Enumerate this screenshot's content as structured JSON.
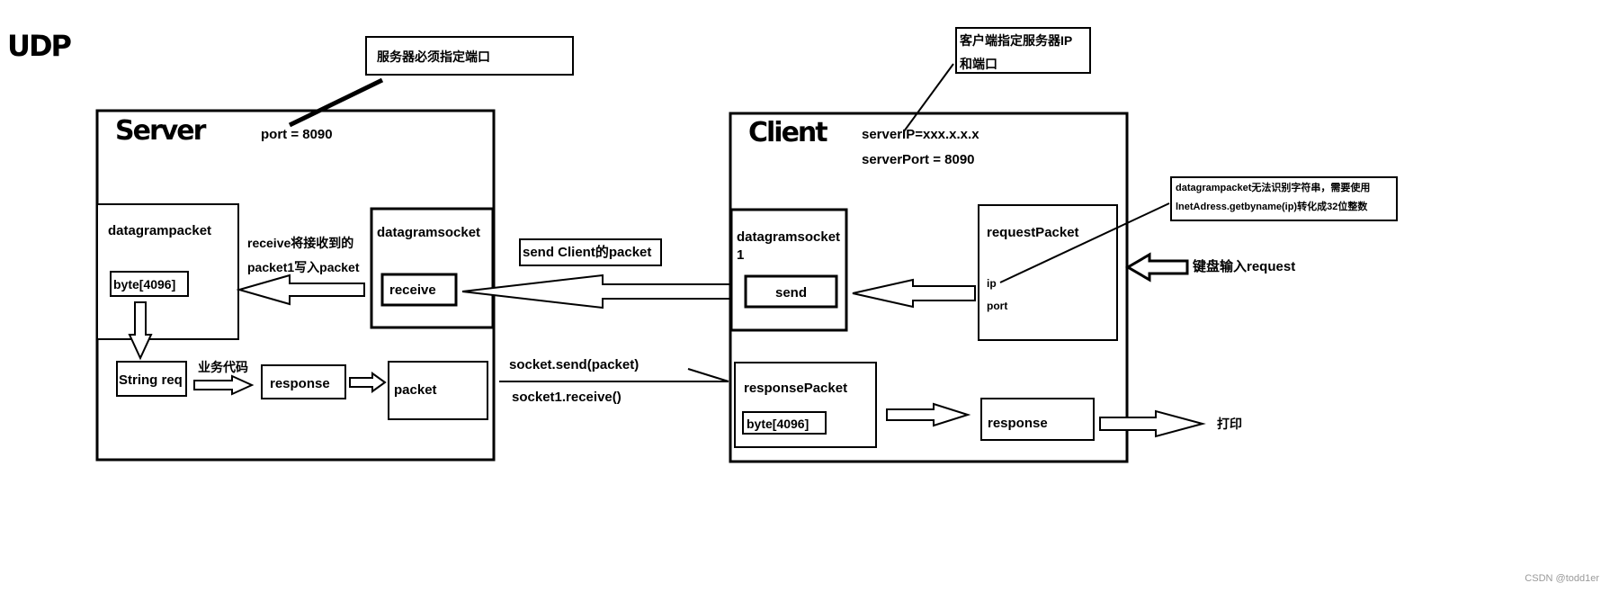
{
  "title": "UDP",
  "server": {
    "heading": "Server",
    "port": "port = 8090",
    "note": "服务器必须指定端口",
    "datagrampacket": "datagrampacket",
    "byte_buffer": "byte[4096]",
    "datagramsocket": "datagramsocket",
    "receive": "receive",
    "receive_note_line1": "receive将接收到的",
    "receive_note_line2": "packet1写入packet",
    "string_req": "String req",
    "business_code": "业务代码",
    "response": "response",
    "packet": "packet"
  },
  "client": {
    "heading": "Client",
    "server_ip": "serverIP=xxx.x.x.x",
    "server_port": "serverPort = 8090",
    "note_line1": "客户端指定服务器IP",
    "note_line2": "和端口",
    "datagramsocket_line1": "datagramsocket",
    "datagramsocket_line2": "1",
    "send": "send",
    "request_packet": "requestPacket",
    "ip": "ip",
    "port": "port",
    "ip_note_line1": "datagrampacket无法识别字符串，需要使用",
    "ip_note_line2": "lnetAdress.getbyname(ip)转化成32位整数",
    "keyboard_input": "键盘输入request",
    "response_packet": "responsePacket",
    "byte_buffer": "byte[4096]",
    "response": "response",
    "print": "打印"
  },
  "flow": {
    "send_client_packet": "send Client的packet",
    "socket_send": "socket.send(packet)",
    "socket_receive": "socket1.receive()"
  },
  "watermark": "CSDN @todd1er"
}
